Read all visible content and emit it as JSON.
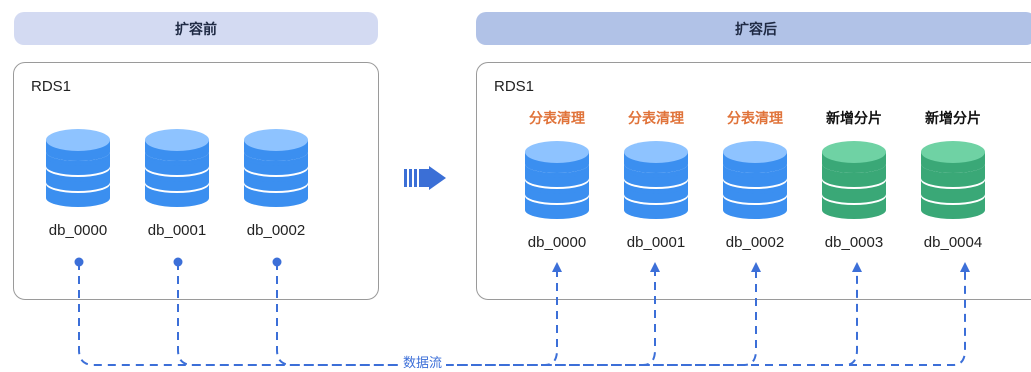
{
  "headers": {
    "before": "扩容前",
    "after": "扩容后"
  },
  "rds_before": {
    "label": "RDS1",
    "dbs": [
      "db_0000",
      "db_0001",
      "db_0002"
    ]
  },
  "rds_after": {
    "label": "RDS1",
    "dbs": [
      {
        "name": "db_0000",
        "tag": "分表清理",
        "kind": "existing"
      },
      {
        "name": "db_0001",
        "tag": "分表清理",
        "kind": "existing"
      },
      {
        "name": "db_0002",
        "tag": "分表清理",
        "kind": "existing"
      },
      {
        "name": "db_0003",
        "tag": "新增分片",
        "kind": "new"
      },
      {
        "name": "db_0004",
        "tag": "新增分片",
        "kind": "new"
      }
    ]
  },
  "flow_label": "数据流",
  "colors": {
    "existing_db": "#3b8ff0",
    "existing_db_top": "#8ec3ff",
    "new_db": "#3aa877",
    "new_db_top": "#6fd2a4",
    "flow_line": "#3c6fd8",
    "tag_clean": "#e0733a"
  }
}
